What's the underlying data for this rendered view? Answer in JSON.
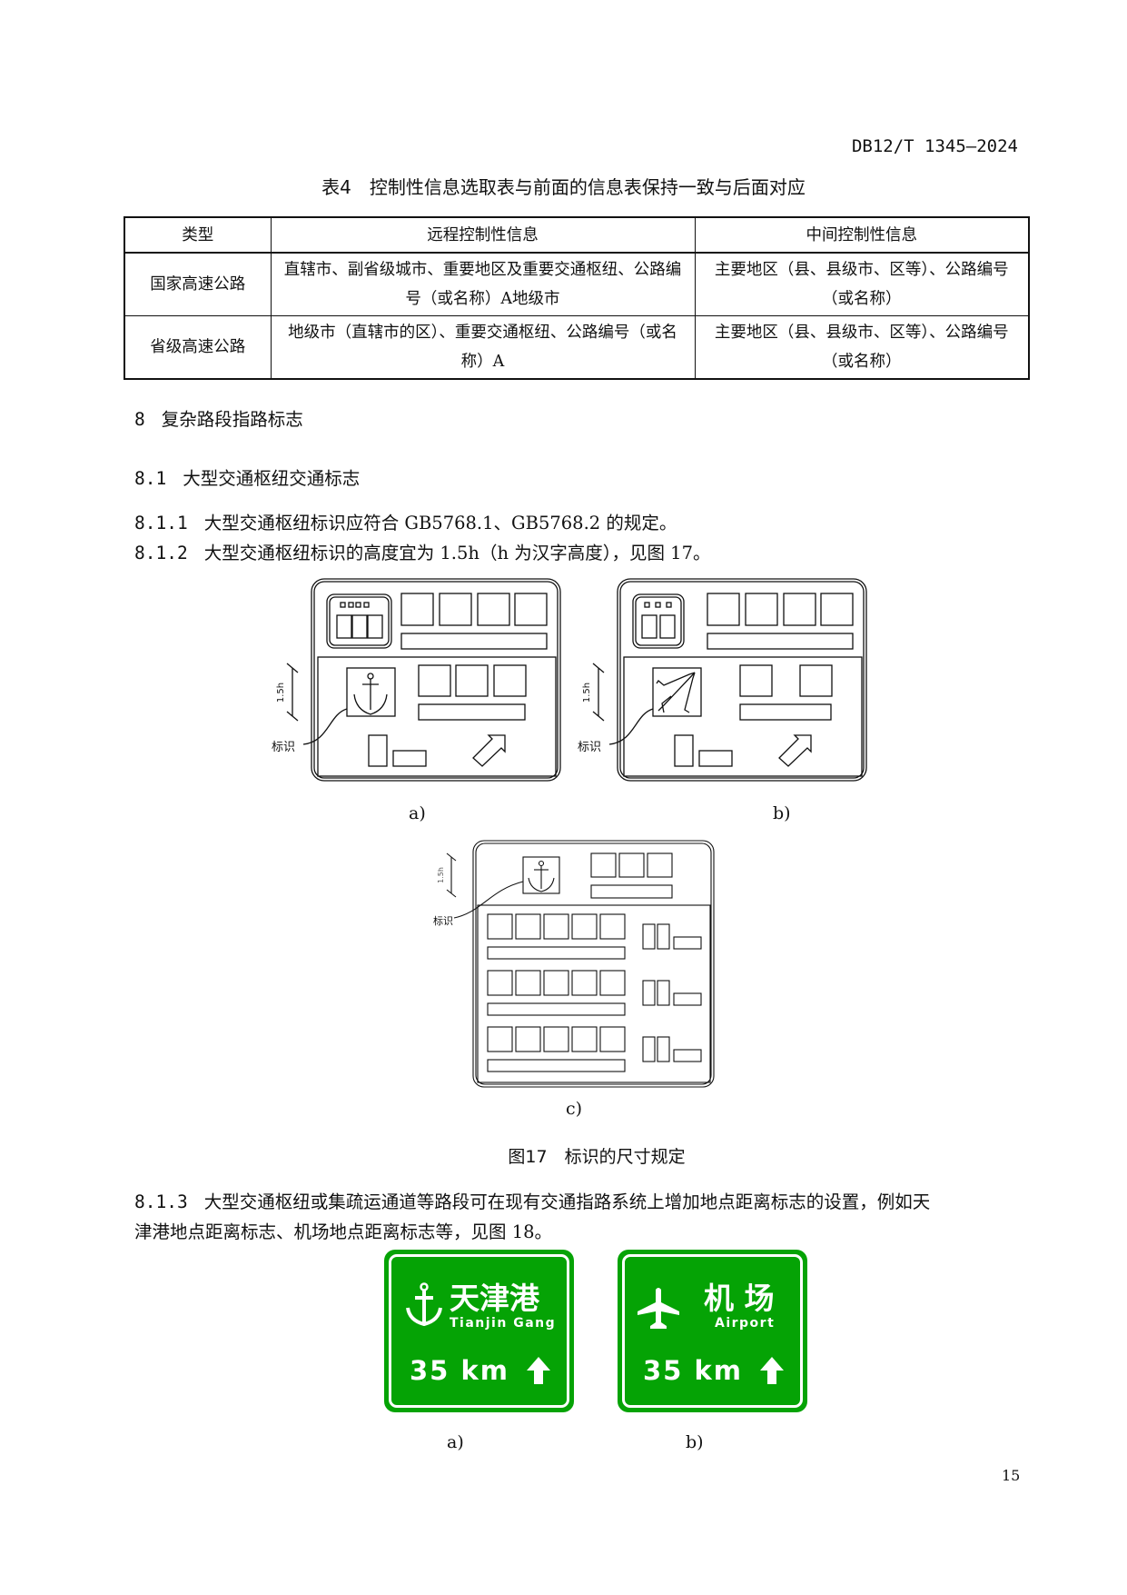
{
  "header": {
    "doc_id": "DB12/T 1345—2024"
  },
  "table4": {
    "title": "表4　控制性信息选取表与前面的信息表保持一致与后面对应",
    "columns": [
      "类型",
      "远程控制性信息",
      "中间控制性信息"
    ],
    "rows": [
      [
        "国家高速公路",
        "直辖市、副省级城市、重要地区及重要交通枢纽、公路编号（或名称）A地级市",
        "主要地区（县、县级市、区等）、公路编号（或名称）"
      ],
      [
        "省级高速公路",
        "地级市（直辖市的区）、重要交通枢纽、公路编号（或名称）A",
        "主要地区（县、县级市、区等）、公路编号（或名称）"
      ]
    ]
  },
  "section8": {
    "num": "8",
    "title": "复杂路段指路标志"
  },
  "section81": {
    "num": "8.1",
    "title": "大型交通枢纽交通标志"
  },
  "p811": {
    "num": "8.1.1",
    "text": "大型交通枢纽标识应符合 GB5768.1、GB5768.2 的规定。"
  },
  "p812": {
    "num": "8.1.2",
    "text": "大型交通枢纽标识的高度宜为 1.5h（h 为汉字高度），见图 17。"
  },
  "fig17": {
    "dim_label": "1.5h",
    "callout": "标识",
    "sub_a": "a)",
    "sub_b": "b)",
    "sub_c": "c)",
    "caption": "图17　标识的尺寸规定"
  },
  "p813": {
    "num": "8.1.3",
    "line1": "大型交通枢纽或集疏运通道等路段可在现有交通指路系统上增加地点距离标志的设置，例如天",
    "line2": "津港地点距离标志、机场地点距离标志等，见图 18。"
  },
  "fig18": {
    "sign_a": {
      "cn": "天津港",
      "en": "Tianjin Gang",
      "distance": "35 km",
      "icon": "anchor-icon"
    },
    "sign_b": {
      "cn": "机 场",
      "en": "Airport",
      "distance": "35 km",
      "icon": "airplane-icon"
    },
    "sub_a": "a)",
    "sub_b": "b)",
    "color": "#05a305"
  },
  "footer": {
    "page_number": "15"
  }
}
